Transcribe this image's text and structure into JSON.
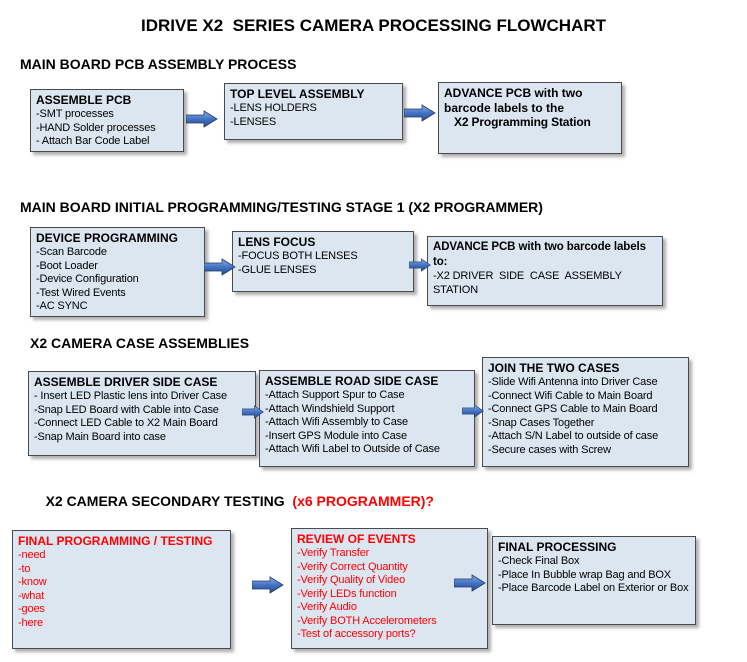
{
  "title": "IDRIVE X2  SERIES CAMERA PROCESSING FLOWCHART",
  "colors": {
    "box_fill": "#dce6f1",
    "box_border": "#4a4a4a",
    "arrow_blue": "#4472c4",
    "red_text": "#ff0000"
  },
  "icons": {
    "flow_arrow": "arrow-right-icon"
  },
  "sections": [
    {
      "heading": "MAIN BOARD PCB ASSEMBLY PROCESS",
      "boxes": [
        {
          "title": "ASSEMBLE PCB",
          "lines": [
            "-SMT processes",
            "-HAND Solder processes",
            "- Attach Bar Code Label"
          ]
        },
        {
          "title": "TOP LEVEL ASSEMBLY",
          "lines": [
            "-LENS HOLDERS",
            "-LENSES"
          ]
        },
        {
          "title": "ADVANCE PCB with two barcode labels to the",
          "lines": [
            "X2 Programming Station"
          ]
        }
      ]
    },
    {
      "heading": "MAIN BOARD INITIAL PROGRAMMING/TESTING STAGE 1 (X2 PROGRAMMER)",
      "boxes": [
        {
          "title": "DEVICE PROGRAMMING",
          "lines": [
            "-Scan Barcode",
            "-Boot Loader",
            "-Device Configuration",
            "-Test Wired Events",
            "-AC SYNC"
          ]
        },
        {
          "title": "LENS FOCUS",
          "lines": [
            "-FOCUS BOTH LENSES",
            "-GLUE LENSES"
          ]
        },
        {
          "title": "ADVANCE PCB with two barcode labels to:",
          "lines": [
            "-X2 DRIVER  SIDE  CASE  ASSEMBLY STATION"
          ]
        }
      ]
    },
    {
      "heading": "X2 CAMERA CASE ASSEMBLIES",
      "boxes": [
        {
          "title": "ASSEMBLE DRIVER SIDE CASE",
          "lines": [
            "- Insert LED Plastic lens into Driver Case",
            "-Snap LED Board with Cable into Case",
            "-Connect LED Cable to X2 Main Board",
            "-Snap Main Board into case"
          ]
        },
        {
          "title": "ASSEMBLE ROAD SIDE CASE",
          "lines": [
            "-Attach Support Spur to Case",
            "-Attach Windshield Support",
            "-Attach Wifi Assembly to Case",
            "-Insert GPS Module into Case",
            "-Attach Wifi Label to Outside of Case"
          ]
        },
        {
          "title": "JOIN THE TWO CASES",
          "lines": [
            "-Slide Wifi Antenna into Driver Case",
            "-Connect Wifi Cable to Main Board",
            "-Connect GPS Cable to Main Board",
            "-Snap Cases Together",
            "-Attach S/N Label to outside of case",
            "-Secure cases with Screw"
          ]
        }
      ]
    },
    {
      "heading": "X2 CAMERA SECONDARY TESTING",
      "heading_suffix": "  (x6 PROGRAMMER)?",
      "boxes": [
        {
          "title": "FINAL PROGRAMMING / TESTING",
          "lines": [
            "-need",
            "-to",
            "-know",
            "-what",
            "-goes",
            "-here"
          ]
        },
        {
          "title": "REVIEW OF EVENTS",
          "lines": [
            "-Verify Transfer",
            "-Verify Correct Quantity",
            "-Verify Quality of Video",
            "-Verify LEDs function",
            "-Verify Audio",
            "-Verify BOTH Accelerometers",
            "-Test of accessory ports?"
          ]
        },
        {
          "title": "FINAL PROCESSING",
          "lines": [
            "-Check Final Box",
            "-Place In Bubble wrap Bag and BOX",
            "-Place Barcode Label on Exterior or Box"
          ]
        }
      ]
    }
  ]
}
